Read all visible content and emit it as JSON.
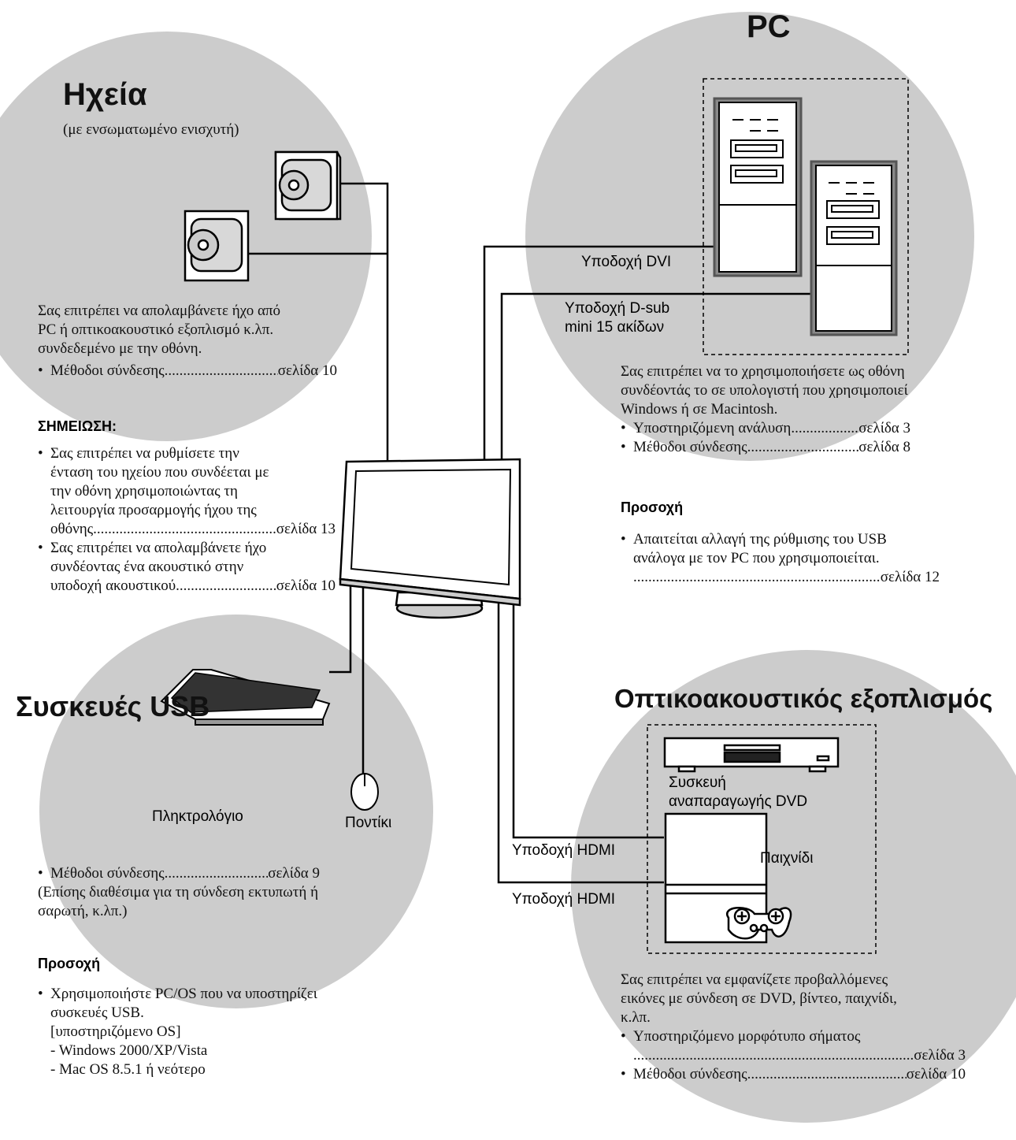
{
  "speakers": {
    "title": "Ηχεία",
    "subtitle": "(με ενσωματωμένο ενισχυτή)",
    "desc": [
      "Σας επιτρέπει να απολαμβάνετε ήχο από",
      "PC ή οπτικοακουστικό εξοπλισμό κ.λπ.",
      "συνδεδεμένο με την οθόνη."
    ],
    "ref": {
      "label": "Μέθοδοι σύνδεσης",
      "page": "σελίδα 10"
    }
  },
  "note": {
    "heading": "ΣΗΜΕΙΩΣΗ:",
    "item1": [
      "Σας επιτρέπει να ρυθμίσετε την",
      "ένταση του ηχείου που συνδέεται με",
      "την οθόνη χρησιμοποιώντας τη",
      "λειτουργία προσαρμογής ήχου της",
      "οθόνης."
    ],
    "item1_page": "σελίδα 13",
    "item2": [
      "Σας επιτρέπει να απολαμβάνετε ήχο",
      "συνδέοντας ένα ακουστικό στην",
      "υποδοχή ακουστικού"
    ],
    "item2_page": "σελίδα 10"
  },
  "pc": {
    "title": "PC",
    "dvi_label": "Υποδοχή DVI",
    "dsub_label": [
      "Υποδοχή D-sub",
      "mini 15 ακίδων"
    ],
    "desc": [
      "Σας επιτρέπει να το χρησιμοποιήσετε ως οθόνη",
      "συνδέοντάς το σε υπολογιστή που χρησιμοποιεί",
      "Windows ή σε Macintosh."
    ],
    "refs": [
      {
        "label": "Υποστηριζόμενη ανάλυση",
        "page": "σελίδα 3"
      },
      {
        "label": "Μέθοδοι σύνδεσης",
        "page": "σελίδα 8"
      }
    ],
    "caution_heading": "Προσοχή",
    "caution": [
      "Απαιτείται αλλαγή της ρύθμισης του USB",
      "ανάλογα με τον PC που χρησιμοποιείται."
    ],
    "caution_page": "σελίδα 12"
  },
  "usb": {
    "title": "Συσκευές USB",
    "keyboard_label": "Πληκτρολόγιο",
    "mouse_label": "Ποντίκι",
    "ref": {
      "label": "Μέθοδοι σύνδεσης",
      "page": "σελίδα 9"
    },
    "extra": [
      "(Επίσης διαθέσιμα για τη σύνδεση εκτυπωτή ή",
      "σαρωτή, κ.λπ.)"
    ],
    "caution_heading": "Προσοχή",
    "caution": [
      "Χρησιμοποιήστε PC/OS που να υποστηρίζει",
      "συσκευές USB."
    ],
    "os_heading": "[υποστηριζόμενο OS]",
    "os_list": [
      "- Windows 2000/XP/Vista",
      "- Mac OS 8.5.1 ή νεότερο"
    ]
  },
  "av": {
    "title": "Οπτικοακουστικός εξοπλισμός",
    "dvd_label": [
      "Συσκευή",
      "αναπαραγωγής DVD"
    ],
    "game_label": "Παιχνίδι",
    "hdmi_label_1": "Υποδοχή HDMI",
    "hdmi_label_2": "Υποδοχή HDMI",
    "desc": [
      "Σας επιτρέπει να εμφανίζετε προβαλλόμενες",
      "εικόνες με σύνδεση σε DVD, βίντεο, παιχνίδι,",
      "κ.λπ."
    ],
    "ref1": {
      "label": "Υποστηριζόμενο μορφότυπο σήματος",
      "page": "σελίδα 3"
    },
    "ref2": {
      "label": "Μέθοδοι σύνδεσης",
      "page": "σελίδα 10"
    }
  },
  "colors": {
    "circle": "#cccccc",
    "line": "#000000",
    "text": "#111111"
  }
}
